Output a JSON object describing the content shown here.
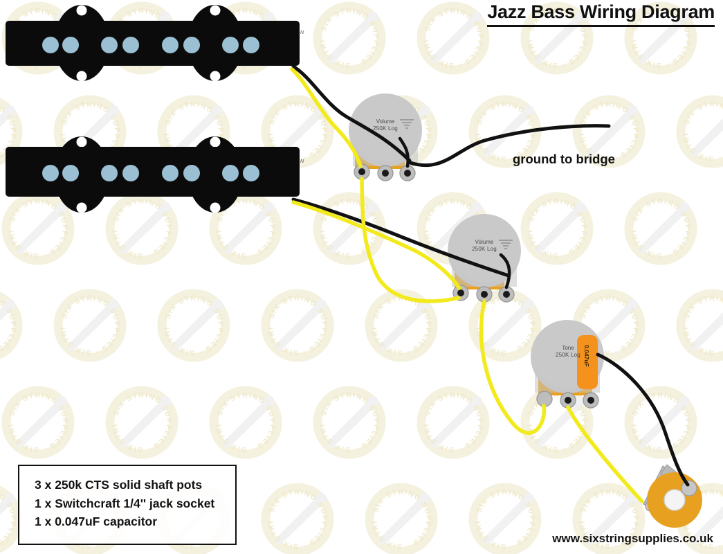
{
  "document": {
    "title": "Jazz Bass Wiring Diagram",
    "site_url": "www.sixstringsupplies.co.uk",
    "background_color": "#ffffff",
    "watermark_text": "SIX STRING SUPPLIES",
    "watermark_color": "#f5f1da"
  },
  "labels": {
    "ground_to_bridge": "ground to bridge"
  },
  "legend": {
    "lines": [
      "3 x 250k CTS solid shaft pots",
      "1 x Switchcraft 1/4'' jack socket",
      "1 x 0.047uF capacitor"
    ]
  },
  "pickups": [
    {
      "name": "neck-pickup",
      "mark": "N",
      "pole_pairs": 4,
      "body_color": "#0b0b0b",
      "pole_color": "#9bc0d4"
    },
    {
      "name": "bridge-pickup",
      "mark": "N",
      "pole_pairs": 4,
      "body_color": "#0b0b0b",
      "pole_color": "#9bc0d4"
    }
  ],
  "pots": [
    {
      "name": "volume-pot-neck",
      "line1": "Volume",
      "line2": "250K Log",
      "has_ground_symbol": true,
      "body_color": "#c9c9c9",
      "base_color": "#e8a020"
    },
    {
      "name": "volume-pot-bridge",
      "line1": "Volume",
      "line2": "250K Log",
      "has_ground_symbol": true,
      "body_color": "#c9c9c9",
      "base_color": "#e8a020"
    },
    {
      "name": "tone-pot",
      "line1": "Tone",
      "line2": "250K Log",
      "has_ground_symbol": false,
      "body_color": "#c9c9c9",
      "base_color": "#e8a020"
    }
  ],
  "capacitor": {
    "name": "tone-capacitor",
    "value": "0.047uF",
    "color": "#f5921e"
  },
  "jack_socket": {
    "name": "output-jack-socket",
    "color": "#e8a020",
    "lug_color": "#b8b8b8"
  },
  "wires": {
    "hot_color": "#f2ea1c",
    "ground_color": "#111111"
  }
}
